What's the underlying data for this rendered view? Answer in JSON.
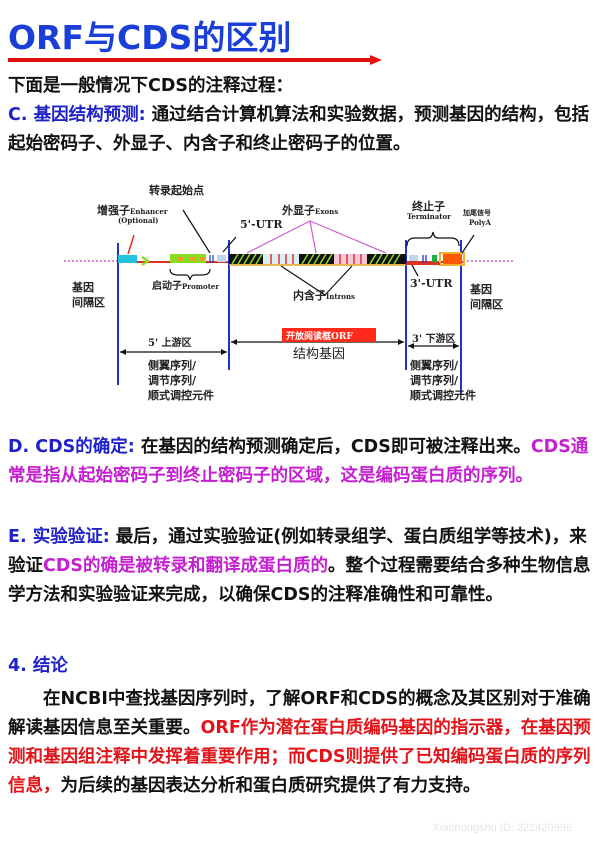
{
  "title": "ORF与CDS的区别",
  "intro": "下面是一般情况下CDS的注释过程：",
  "section_c": {
    "label": "C. 基因结构预测:",
    "text": " 通过结合计算机算法和实验数据，预测基因的结构，包括起始密码子、外显子、内含子和终止密码子的位置。"
  },
  "diagram": {
    "labels": {
      "tss": "转录起始点",
      "enhancer_cn": "增强子",
      "enhancer_en": "Enhancer",
      "enhancer_opt": "(Optional)",
      "utr5": "5'-UTR",
      "exons_cn": "外显子",
      "exons_en": "Exons",
      "terminator_cn": "终止子",
      "terminator_en": "Terminator",
      "polya_cn": "加尾信号",
      "polya_en": "PolyA",
      "intergenic_left": "基因\n间隔区",
      "intergenic_right": "基因\n间隔区",
      "promoter_cn": "启动子",
      "promoter_en": "Promoter",
      "introns_cn": "内含子",
      "introns_en": "Introns",
      "utr3": "3'-UTR",
      "upstream": "5' 上游区",
      "orf": "开放阅读框ORF",
      "structural_gene": "结构基因",
      "downstream": "3' 下游区",
      "flanking_left": "侧翼序列/\n调节序列/\n顺式调控元件",
      "flanking_right": "侧翼序列/\n调节序列/\n顺式调控元件"
    },
    "colors": {
      "boundary": "#2233cc",
      "backbone": "#e03020",
      "enhancer": "#22c4dd",
      "promoter": "#88dd22",
      "exon": "#111111",
      "exon_stripe": "#88dd22",
      "intron": "#f4c8d6",
      "polya": "#ff5a00",
      "orf_box": "#ff2a1a",
      "leader": "#d060d0"
    }
  },
  "section_d": {
    "label": "D. CDS的确定:",
    "text": " 在基因的结构预测确定后，CDS即可被注释出来。",
    "highlight": "CDS通常是指从起始密码子到终止密码子的区域，这是编码蛋白质的序列。"
  },
  "section_e": {
    "label": "E. 实验验证:",
    "text1": " 最后，通过实验验证(例如转录组学、蛋白质组学等技术)，来验证",
    "highlight": "CDS的确是被转录和翻译成蛋白质的",
    "text2": "。整个过程需要结合多种生物信息学方法和实验验证来完成，以确保CDS的注释准确性和可靠性。"
  },
  "conclusion": {
    "heading": "4. 结论",
    "text1": "在NCBI中查找基因序列时，了解ORF和CDS的概念及其区别对于准确解读基因信息至关重要。",
    "highlight": "ORF作为潜在蛋白质编码基因的指示器，在基因预测和基因组注释中发挥着重要作用；而CDS则提供了已知编码蛋白质的序列信息，",
    "text2": "为后续的基因表达分析和蛋白质研究提供了有力支持。"
  },
  "watermark": "Xiaohongshu ID: 322420996"
}
